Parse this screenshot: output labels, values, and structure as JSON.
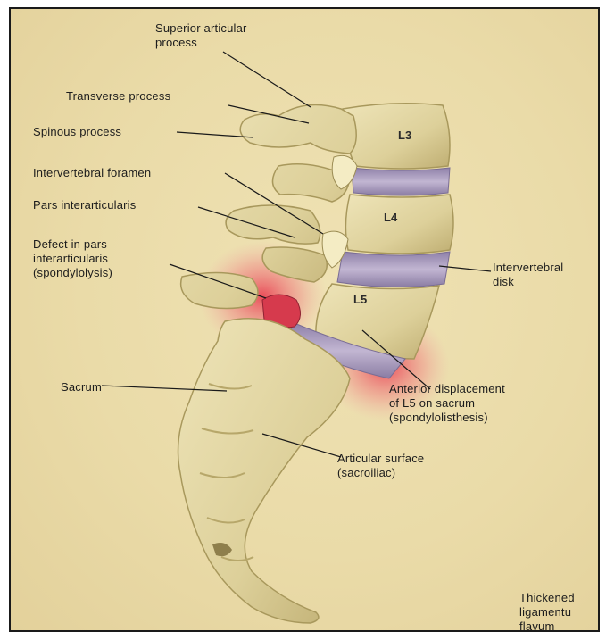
{
  "colors": {
    "background": "#ebdcaa",
    "bone": "#e3d7a4",
    "bone_shadow": "#b9a96b",
    "disk": "#a99bbd",
    "highlight_red": "#e8344a",
    "leader_line": "#1a1a1a"
  },
  "labels": {
    "superior_articular": "Superior articular\nprocess",
    "transverse_process": "Transverse process",
    "spinous_process": "Spinous process",
    "intervertebral_foramen": "Intervertebral foramen",
    "pars_interarticularis": "Pars interarticularis",
    "defect_pars": "Defect in pars\ninterarticularis\n(spondylolysis)",
    "intervertebral_disk": "Intervertebral\ndisk",
    "sacrum": "Sacrum",
    "anterior_displacement": "Anterior displacement\nof L5 on sacrum\n(spondylolisthesis)",
    "articular_surface": "Articular surface\n(sacroiliac)",
    "thickened_ligamentum": "Thickened\nligamentu\nflavum"
  },
  "vertebrae": {
    "l3": "L3",
    "l4": "L4",
    "l5": "L5"
  }
}
